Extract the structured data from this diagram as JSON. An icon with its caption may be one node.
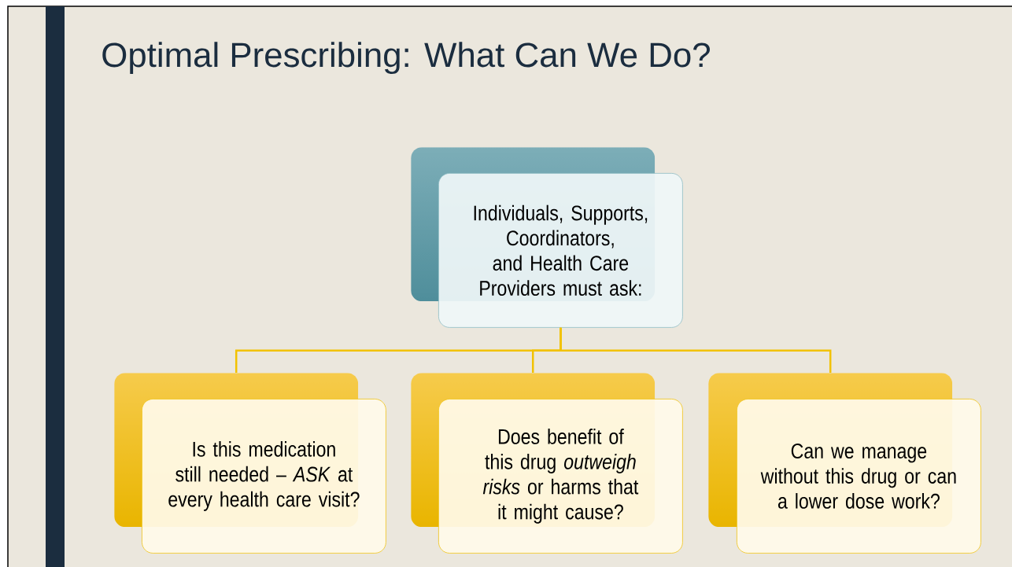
{
  "diagram": {
    "title": "Optimal Prescribing: What Can We Do?",
    "nodes": [
      {
        "text": [
          "Individuals, Supports, Coordinators, and Health Care Providers must ask:"
        ]
      },
      {
        "text": [
          "Is this medication still needed – *ASK* at every health care visit?"
        ]
      },
      {
        "text": [
          "Does benefit of this drug *outweigh risks* or harms that it might cause?"
        ]
      },
      {
        "text": [
          "Can we manage without this drug or can a lower dose work?"
        ]
      }
    ],
    "edges": [
      {
        "from": 0,
        "to": 1,
        "arrow": "none"
      },
      {
        "from": 0,
        "to": 2,
        "arrow": "none"
      },
      {
        "from": 0,
        "to": 3,
        "arrow": "none"
      }
    ]
  }
}
